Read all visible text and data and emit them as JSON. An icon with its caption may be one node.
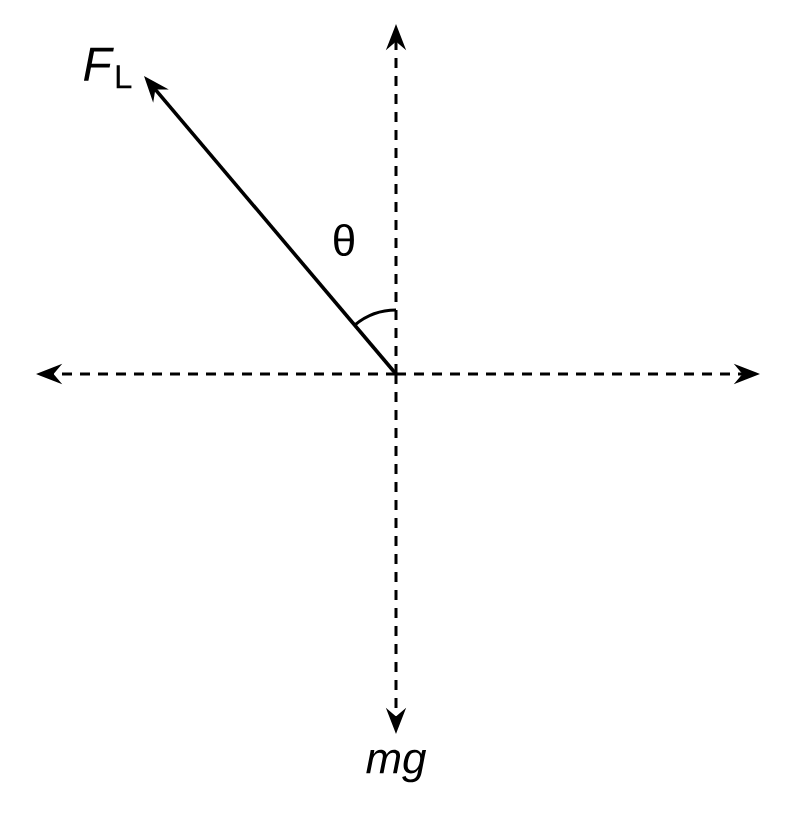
{
  "diagram": {
    "labels": [
      "*F*$_{L}$",
      "θ",
      "mg"
    ]
  }
}
